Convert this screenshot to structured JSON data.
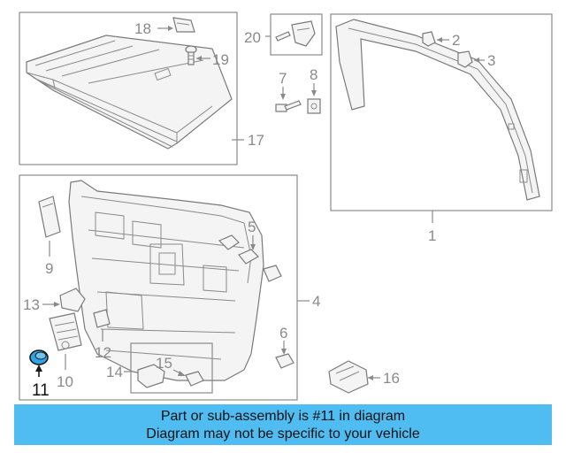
{
  "callouts": {
    "c1": "1",
    "c2": "2",
    "c3": "3",
    "c4": "4",
    "c5": "5",
    "c6": "6",
    "c7": "7",
    "c8": "8",
    "c9": "9",
    "c10": "10",
    "c11": "11",
    "c12": "12",
    "c13": "13",
    "c14": "14",
    "c15": "15",
    "c16": "16",
    "c17": "17",
    "c18": "18",
    "c19": "19",
    "c20": "20"
  },
  "highlight_color": "#1a1a1a",
  "caption": {
    "line1": "Part or sub-assembly is #11 in diagram",
    "line2": "Diagram may not be specific to your vehicle",
    "background": "#4fbdf2"
  }
}
